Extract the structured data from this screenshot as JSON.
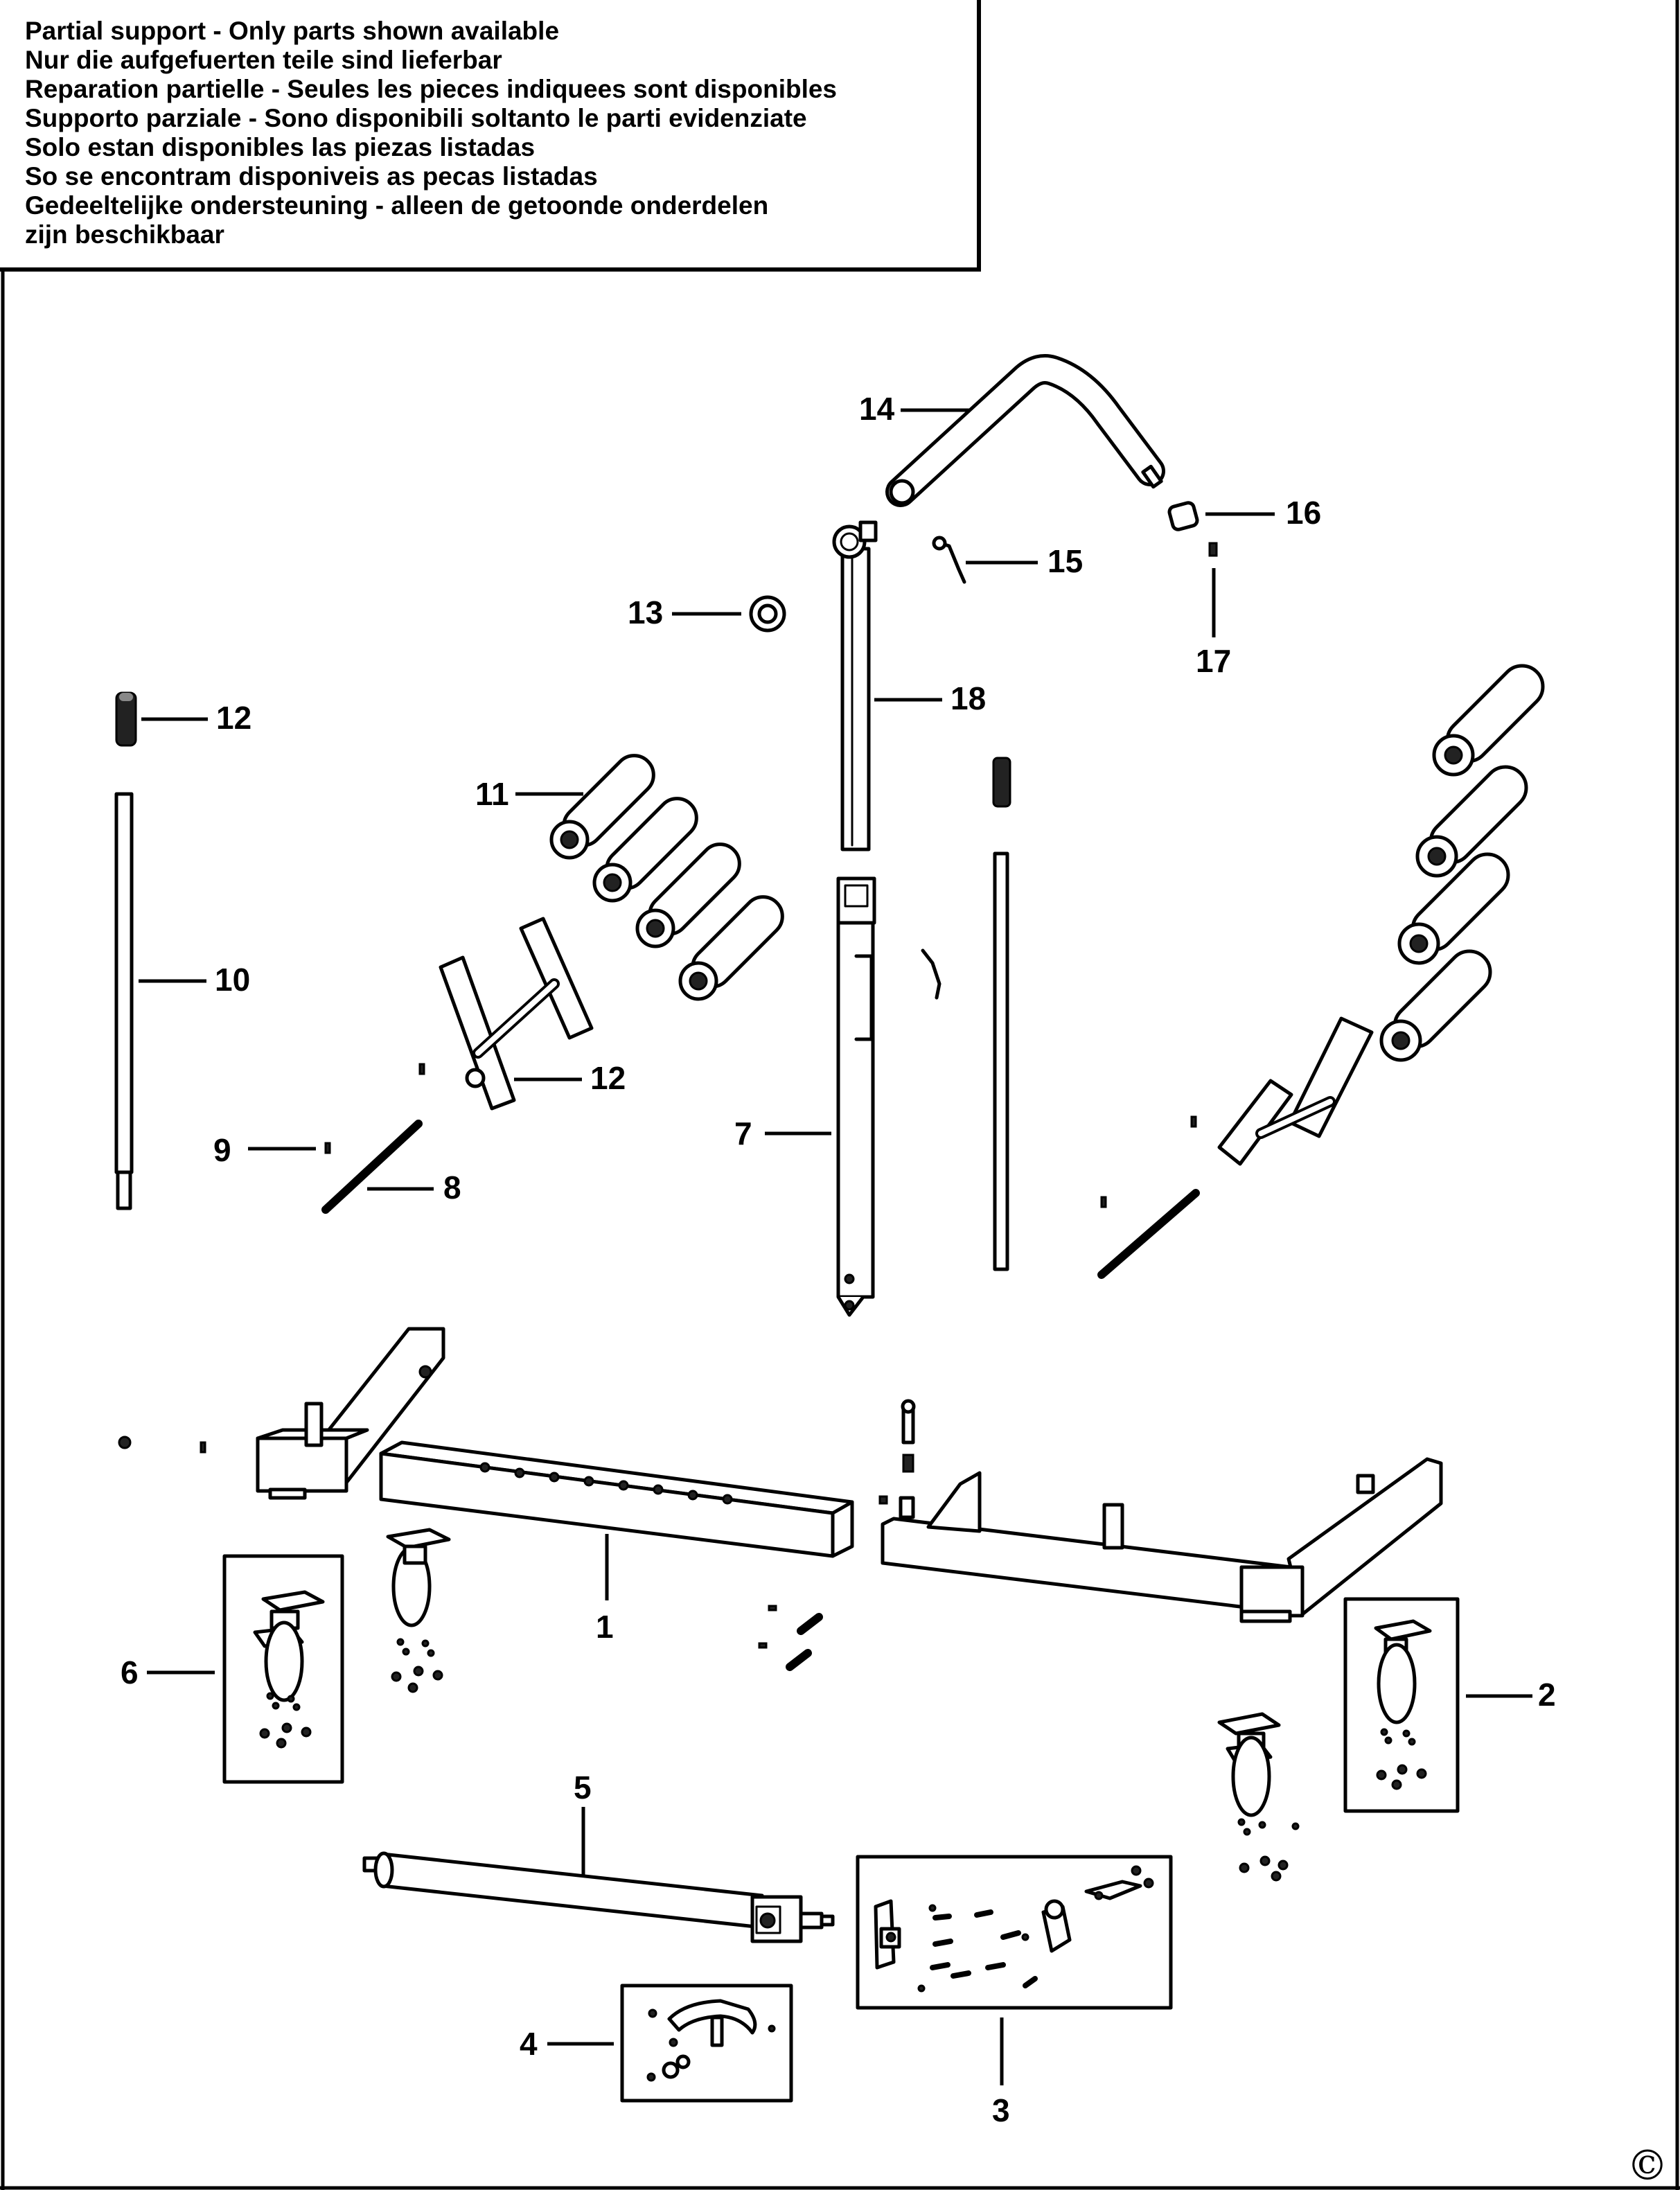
{
  "notice": {
    "lines": [
      "Partial support - Only parts shown available",
      "Nur die aufgefuerten teile sind lieferbar",
      "Reparation partielle - Seules les pieces indiquees sont disponibles",
      "Supporto parziale - Sono disponibili soltanto le parti evidenziate",
      "Solo estan disponibles las piezas listadas",
      "So se encontram disponiveis as pecas listadas",
      "Gedeeltelijke ondersteuning - alleen de getoonde onderdelen",
      "zijn beschikbaar"
    ]
  },
  "callouts": {
    "p1": "1",
    "p2": "2",
    "p3": "3",
    "p4": "4",
    "p5": "5",
    "p6": "6",
    "p7": "7",
    "p8": "8",
    "p9": "9",
    "p10": "10",
    "p11": "11",
    "p12a": "12",
    "p12b": "12",
    "p13": "13",
    "p14": "14",
    "p15": "15",
    "p16": "16",
    "p17": "17",
    "p18": "18"
  },
  "copyright": "©"
}
